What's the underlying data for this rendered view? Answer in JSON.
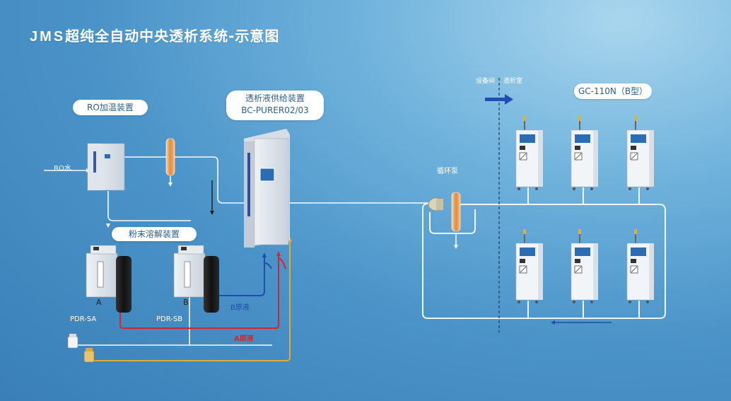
{
  "title": {
    "brand": "JMS",
    "text": "超纯全自动中央透析系统-示意图"
  },
  "labels": {
    "ro_heater": "RO加温装置",
    "ro_water": "RO水",
    "supply_line1": "透析液供给装置",
    "supply_line2": "BC-PURER02/03",
    "powder": "粉末溶解装置",
    "pdr_a": "PDR-SA",
    "pdr_b": "PDR-SB",
    "unit_a": "A",
    "unit_b": "B",
    "b_liquid": "B原液",
    "a_liquid": "A原液",
    "pump": "循环泵",
    "equip_room": "设备间",
    "dialysis_room": "透析室",
    "machine_model": "GC-110N（B型）"
  },
  "colors": {
    "pipe": "#ffffff",
    "a_line": "#d9232a",
    "b_line": "#1f4fa8",
    "supply_line": "#e0a93a",
    "arrow": "#1f4fa8"
  }
}
